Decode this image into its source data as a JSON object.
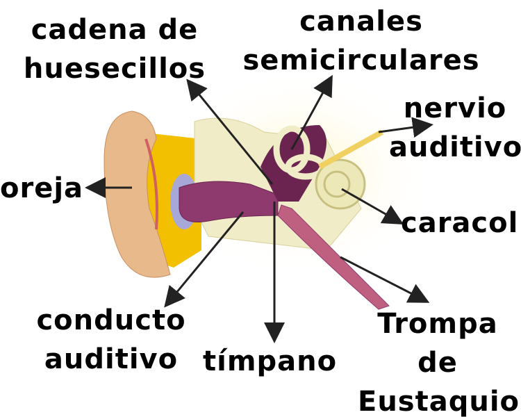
{
  "labels": {
    "ossicles": [
      "cadena de",
      "huesecillos"
    ],
    "semicircular": [
      "canales",
      "semicirculares"
    ],
    "nerve": [
      "nervio",
      "auditivo"
    ],
    "pinna": "oreja",
    "cochlea": "caracol",
    "canal": [
      "conducto",
      "auditivo"
    ],
    "eardrum": "tímpano",
    "eustachian": [
      "Trompa",
      "de",
      "Eustaquio"
    ]
  },
  "colors": {
    "skin": "#e8b98a",
    "fat": "#f2c000",
    "canal": "#8e3a6e",
    "bone": "#f1ecc8",
    "inner": "#6b2450"
  }
}
